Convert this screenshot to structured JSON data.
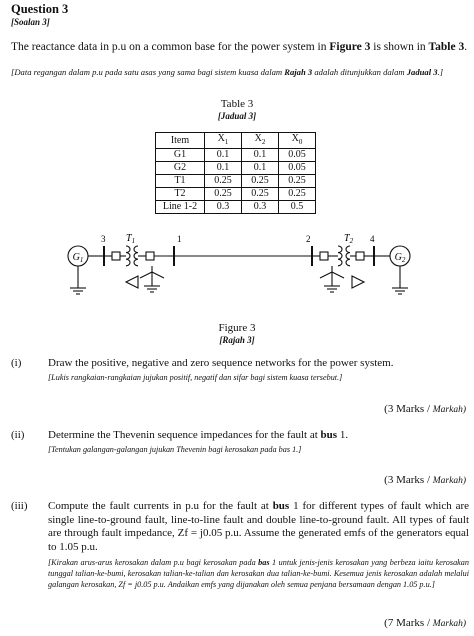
{
  "question": {
    "title": "Question 3",
    "title_malay": "[Soalan 3]",
    "intro_a": "The reactance data in p.u on a common base for the power system in ",
    "intro_fig": "Figure 3",
    "intro_b": " is shown in ",
    "intro_table": "Table 3",
    "intro_c": ".",
    "intro_malay_a": "[Data regangan dalam p.u pada satu asas yang sama bagi sistem kuasa dalam ",
    "intro_malay_rajah": "Rajah 3",
    "intro_malay_b": " adalah ditunjukkan dalam ",
    "intro_malay_jadual": "Jadual 3",
    "intro_malay_c": ".]"
  },
  "table": {
    "caption": "Table 3",
    "caption_malay": "[Jadual 3]",
    "headers": [
      "Item",
      "X1",
      "X2",
      "X0"
    ],
    "rows": [
      [
        "G1",
        "0.1",
        "0.1",
        "0.05"
      ],
      [
        "G2",
        "0.1",
        "0.1",
        "0.05"
      ],
      [
        "T1",
        "0.25",
        "0.25",
        "0.25"
      ],
      [
        "T2",
        "0.25",
        "0.25",
        "0.25"
      ],
      [
        "Line 1-2",
        "0.3",
        "0.3",
        "0.5"
      ]
    ]
  },
  "figure": {
    "caption": "Figure 3",
    "caption_malay": "[Rajah 3]",
    "g1_label": "G1",
    "g2_label": "G2",
    "t1_label": "T1",
    "t2_label": "T2",
    "bus_labels": [
      "3",
      "1",
      "2",
      "4"
    ]
  },
  "parts": [
    {
      "number": "(i)",
      "text": "Draw the positive, negative and zero sequence networks for the power system.",
      "text_malay": "[Lukis rangkaian-rangkaian jujukan positif, negatif dan sifar bagi sistem kuasa tersebut.]",
      "marks": "(3 Marks / ",
      "marks_malay": "Markah)"
    },
    {
      "number": "(ii)",
      "text_a": "Determine the Thevenin sequence impedances for the fault at ",
      "text_bus": "bus",
      "text_b": " 1.",
      "text_malay": "[Tentukan galangan-galangan jujukan Thevenin bagi kerosakan pada bas 1.]",
      "marks": "(3 Marks / ",
      "marks_malay": "Markah)"
    },
    {
      "number": "(iii)",
      "text_a": "Compute the fault currents in p.u for the fault at ",
      "text_bus": "bus",
      "text_b": " 1 for different types of fault which are single line-to-ground fault, line-to-line fault and double line-to-ground fault. All types of fault are through fault impedance, Zf = j0.05 p.u. Assume the generated emfs of the generators equal to 1.05 p.u.",
      "text_malay_a": "[Kirakan arus-arus kerosakan dalam p.u bagi kerosakan pada ",
      "text_malay_bas": "bas",
      "text_malay_b": " 1 untuk jenis-jenis kerosakan yang berbeza iaitu kerosakan tunggal talian-ke-bumi, kerosakan talian-ke-talian dan kerosakan dua talian-ke-bumi. Kesemua jenis kerosakan adalah melalui galangan kerosakan, Zf = j0.05 p.u. Andaikan emfs yang dijanakan oleh semua penjana bersamaan dengan 1.05 p.u.]",
      "marks": "(7 Marks / ",
      "marks_malay": "Markah)"
    }
  ]
}
